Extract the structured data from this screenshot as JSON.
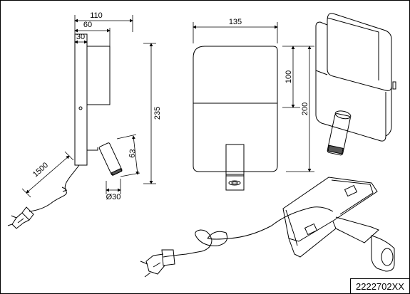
{
  "dimensions": {
    "side_total_width": "110",
    "side_mid_width": "60",
    "side_plate_width": "30",
    "side_height": "235",
    "cable_length": "1500",
    "spot_length": "63",
    "spot_diameter": "Ø30",
    "front_width": "135",
    "front_upper_height": "100",
    "front_total_height": "200"
  },
  "product_code": "2222702XX",
  "icons": [
    "plug-icon",
    "switch-icon"
  ],
  "colors": {
    "line": "#000000",
    "background": "#ffffff",
    "shade": "#555555"
  }
}
